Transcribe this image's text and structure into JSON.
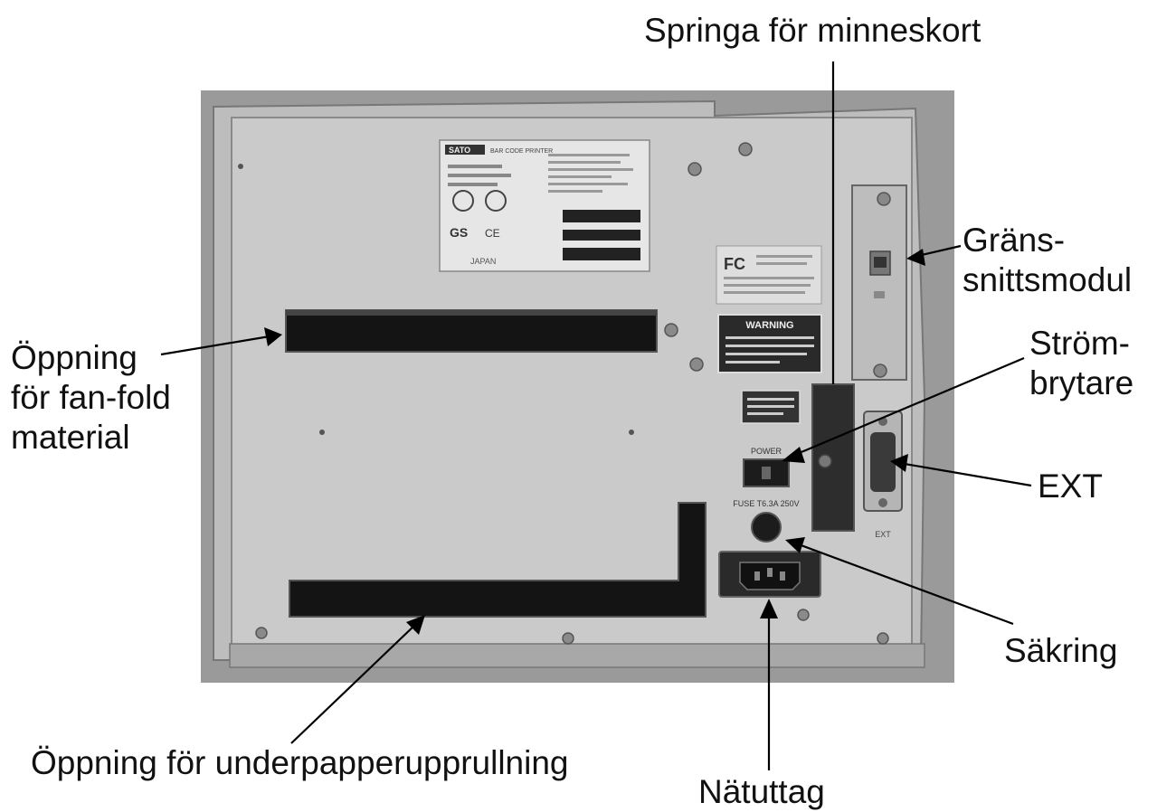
{
  "callouts": {
    "memory_slot": "Springa för minneskort",
    "interface_module": [
      "Gräns-",
      "snittsmodul"
    ],
    "power_switch": [
      "Ström-",
      "brytare"
    ],
    "ext": "EXT",
    "fuse": "Säkring",
    "power_inlet": "Nätuttag",
    "fanfold_opening": [
      "Öppning",
      "för fan-fold",
      "material"
    ],
    "backing_rewind_opening": "Öppning för underpapperupprullning"
  },
  "panel_text": {
    "warning_heading": "WARNING",
    "power_label": "POWER",
    "fuse_label": "FUSE T6.3A 250V",
    "ext_port_label": "EXT",
    "fcc_logo": "FC",
    "maker_logo": "SATO",
    "product_line": "BAR CODE PRINTER",
    "origin": "JAPAN",
    "ce_mark": "CE",
    "gs_mark": "GS"
  },
  "colors": {
    "background": "#ffffff",
    "panel": "#c9c9c9",
    "panel_edge": "#8a8a8a",
    "slot": "#141414",
    "leader": "#000000"
  }
}
